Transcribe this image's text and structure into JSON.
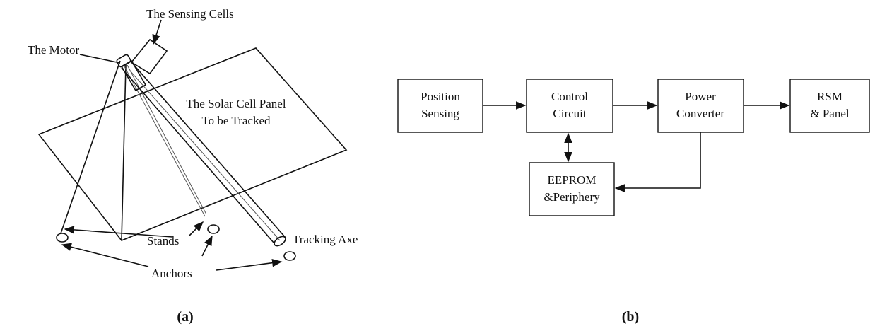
{
  "figure_a": {
    "labels": {
      "sensing_cells": "The Sensing Cells",
      "motor": "The Motor",
      "panel_line1": "The Solar Cell Panel",
      "panel_line2": "To be Tracked",
      "stands": "Stands",
      "tracking_axe": "Tracking Axe",
      "anchors": "Anchors"
    },
    "caption": "(a)"
  },
  "figure_b": {
    "blocks": {
      "position_sensing": [
        "Position",
        "Sensing"
      ],
      "control_circuit": [
        "Control",
        "Circuit"
      ],
      "power_converter": [
        "Power",
        "Converter"
      ],
      "rsm_panel": [
        "RSM",
        "& Panel"
      ],
      "eeprom": [
        "EEPROM",
        "&Periphery"
      ]
    },
    "caption": "(b)"
  }
}
